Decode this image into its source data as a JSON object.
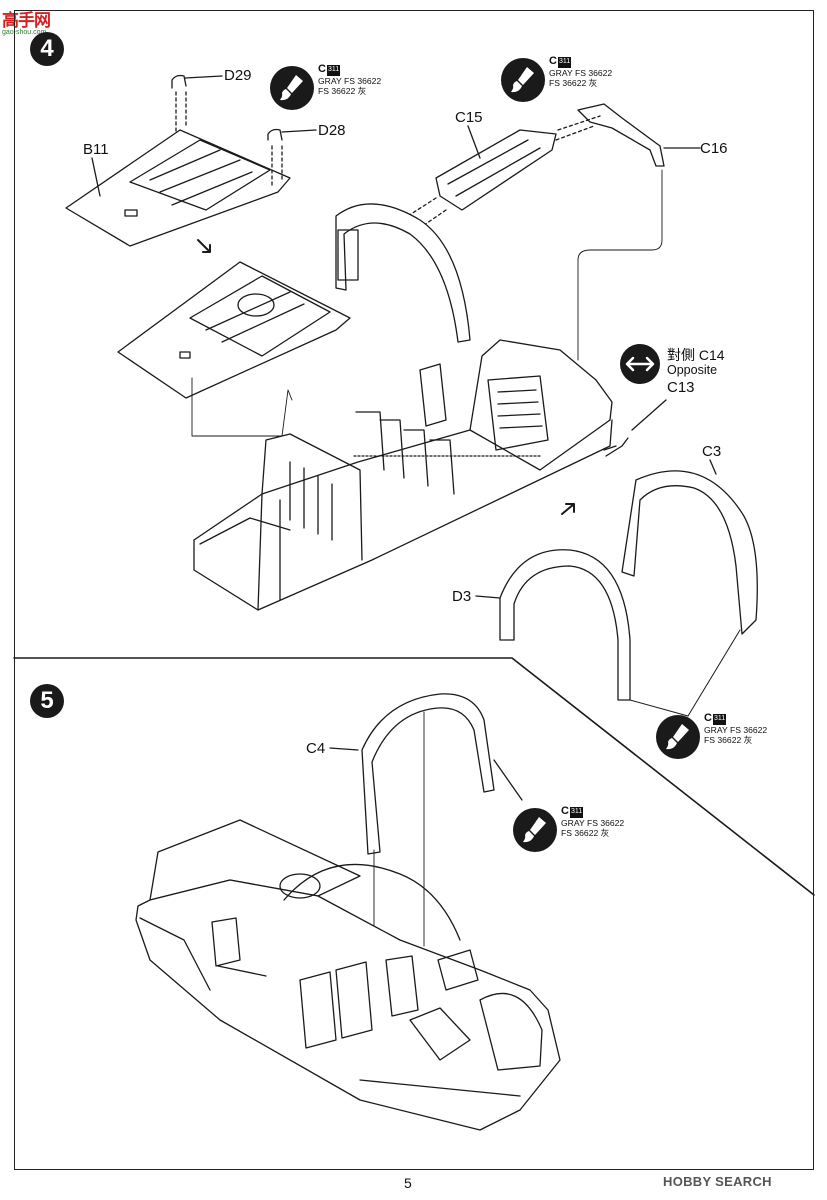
{
  "watermark": {
    "site_cn": "高手网",
    "site_url": "gao-shou.com"
  },
  "page_number": "5",
  "footer_logo": "HOBBY SEARCH",
  "colors": {
    "ink": "#1a1a1a",
    "logo_red": "#d32222",
    "logo_green": "#2f7d2f"
  },
  "steps": [
    {
      "number": "4",
      "part_labels": [
        "D29",
        "B11",
        "D28",
        "C15",
        "C16",
        "C13",
        "C3",
        "D3"
      ],
      "opposite_note": {
        "cn": "對側",
        "part": "C14",
        "en": "Opposite",
        "icon": "double-arrow-icon"
      },
      "paint_callouts": [
        {
          "code": "C",
          "code_num": "311",
          "line1": "GRAY FS 36622",
          "line2": "FS 36622 灰",
          "icon": "paintbrush-icon"
        },
        {
          "code": "C",
          "code_num": "311",
          "line1": "GRAY FS 36622",
          "line2": "FS 36622 灰",
          "icon": "paintbrush-icon"
        },
        {
          "code": "C",
          "code_num": "311",
          "line1": "GRAY FS 36622",
          "line2": "FS 36622 灰",
          "icon": "paintbrush-icon"
        }
      ]
    },
    {
      "number": "5",
      "part_labels": [
        "C4"
      ],
      "paint_callouts": [
        {
          "code": "C",
          "code_num": "311",
          "line1": "GRAY FS 36622",
          "line2": "FS 36622 灰",
          "icon": "paintbrush-icon"
        }
      ]
    }
  ]
}
